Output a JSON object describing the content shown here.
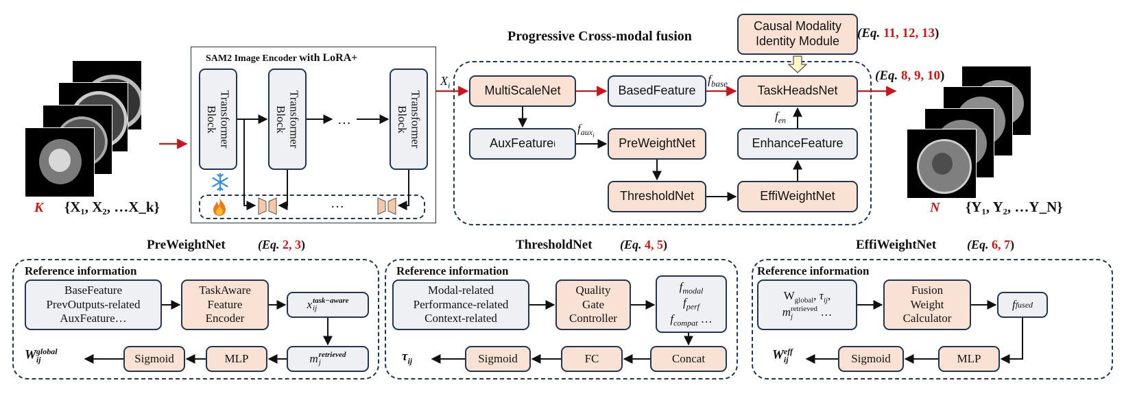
{
  "top": {
    "input": {
      "count_symbol": "K",
      "set_label": "{X₁, X₂, …X_k}"
    },
    "encoder": {
      "title_prefix": "SAM2 Image Encoder ",
      "title_suffix": "with LoRA+",
      "block_label_1": "Transformer",
      "block_label_2": "Block",
      "ellipsis": "…",
      "adapter_ellipsis": "…",
      "xi_label": "X",
      "xi_sub": "i"
    },
    "fusion": {
      "title": "Progressive Cross-modal fusion",
      "causal_line1": "Causal Modality",
      "causal_line2": "Identity Module",
      "causal_eq_prefix": "(Eq.",
      "causal_eq_nums": "11, 12, 13",
      "causal_eq_suffix": ")",
      "heads_eq_prefix": "(Eq.",
      "heads_eq_nums": "8, 9, 10",
      "heads_eq_suffix": ")",
      "multiscale": "MultiScaleNet",
      "based": "BasedFeature",
      "taskheads": "TaskHeadsNet",
      "aux_main": "AuxFeature",
      "aux_sub": "i",
      "preweight": "PreWeightNet",
      "threshold": "ThresholdNet",
      "effiweight": "EffiWeightNet",
      "enhance": "EnhanceFeature",
      "f_base": "f",
      "f_base_sub": "base",
      "f_aux": "f",
      "f_aux_sub": "aux",
      "f_aux_subsub": "i",
      "f_en": "f",
      "f_en_sub": "en"
    },
    "output": {
      "count_symbol": "N",
      "set_label": "{Y₁, Y₂, …Y_N}"
    }
  },
  "bottom": {
    "reference_label": "Reference information",
    "preweight": {
      "title": "PreWeightNet",
      "eq_prefix": "(Eq.",
      "eq_nums": "2, 3",
      "eq_suffix": ")",
      "ref_line1": "BaseFeature",
      "ref_line2": "PrevOutputs-related",
      "ref_line3": "AuxFeature…",
      "encoder_line1": "TaskAware",
      "encoder_line2": "Feature",
      "encoder_line3": "Encoder",
      "x_main": "x",
      "x_sub": "ij",
      "x_sup": "task−aware",
      "m_main": "m",
      "m_sub": "j",
      "m_sup": "retrieved",
      "mlp": "MLP",
      "sigmoid": "Sigmoid",
      "w_main": "W",
      "w_sub": "ij",
      "w_sup": "global"
    },
    "threshold": {
      "title": "ThresholdNet",
      "eq_prefix": "(Eq.",
      "eq_nums": "4, 5",
      "eq_suffix": ")",
      "ref_line1": "Modal-related",
      "ref_line2": "Performance-related",
      "ref_line3": "Context-related",
      "gate_line1": "Quality",
      "gate_line2": "Gate",
      "gate_line3": "Controller",
      "f1_main": "f",
      "f1_sub": "modal",
      "f2_main": "f",
      "f2_sub": "perf",
      "f3_main": "f",
      "f3_sub": "compat",
      "f3_tail": " …",
      "concat": "Concat",
      "fc": "FC",
      "sigmoid": "Sigmoid",
      "tau_main": "τ",
      "tau_sub": "ij"
    },
    "effiweight": {
      "title": "EffiWeightNet",
      "eq_prefix": "(Eq.",
      "eq_nums": "6, 7",
      "eq_suffix": ")",
      "in_w": "W",
      "in_w_sub": "global",
      "in_tau": "τ",
      "in_tau_sub": "ij",
      "in_m": "m",
      "in_m_sub": "j",
      "in_m_sup": "retrieved",
      "in_tail": " …",
      "calc_line1": "Fusion",
      "calc_line2": "Weight",
      "calc_line3": "Calculator",
      "fused_main": "f",
      "fused_sub": "fused",
      "mlp": "MLP",
      "sigmoid": "Sigmoid",
      "w_main": "W",
      "w_sub": "ij",
      "w_sup": "eff"
    }
  },
  "colors": {
    "peach": "#f9e2d3",
    "grey": "#eef0f3",
    "border": "#1f3550",
    "red_arrow": "#c8161d",
    "eq_red": "#d4150f"
  },
  "icons": [
    "snowflake-icon",
    "fire-icon",
    "lora-adapter-icon"
  ]
}
